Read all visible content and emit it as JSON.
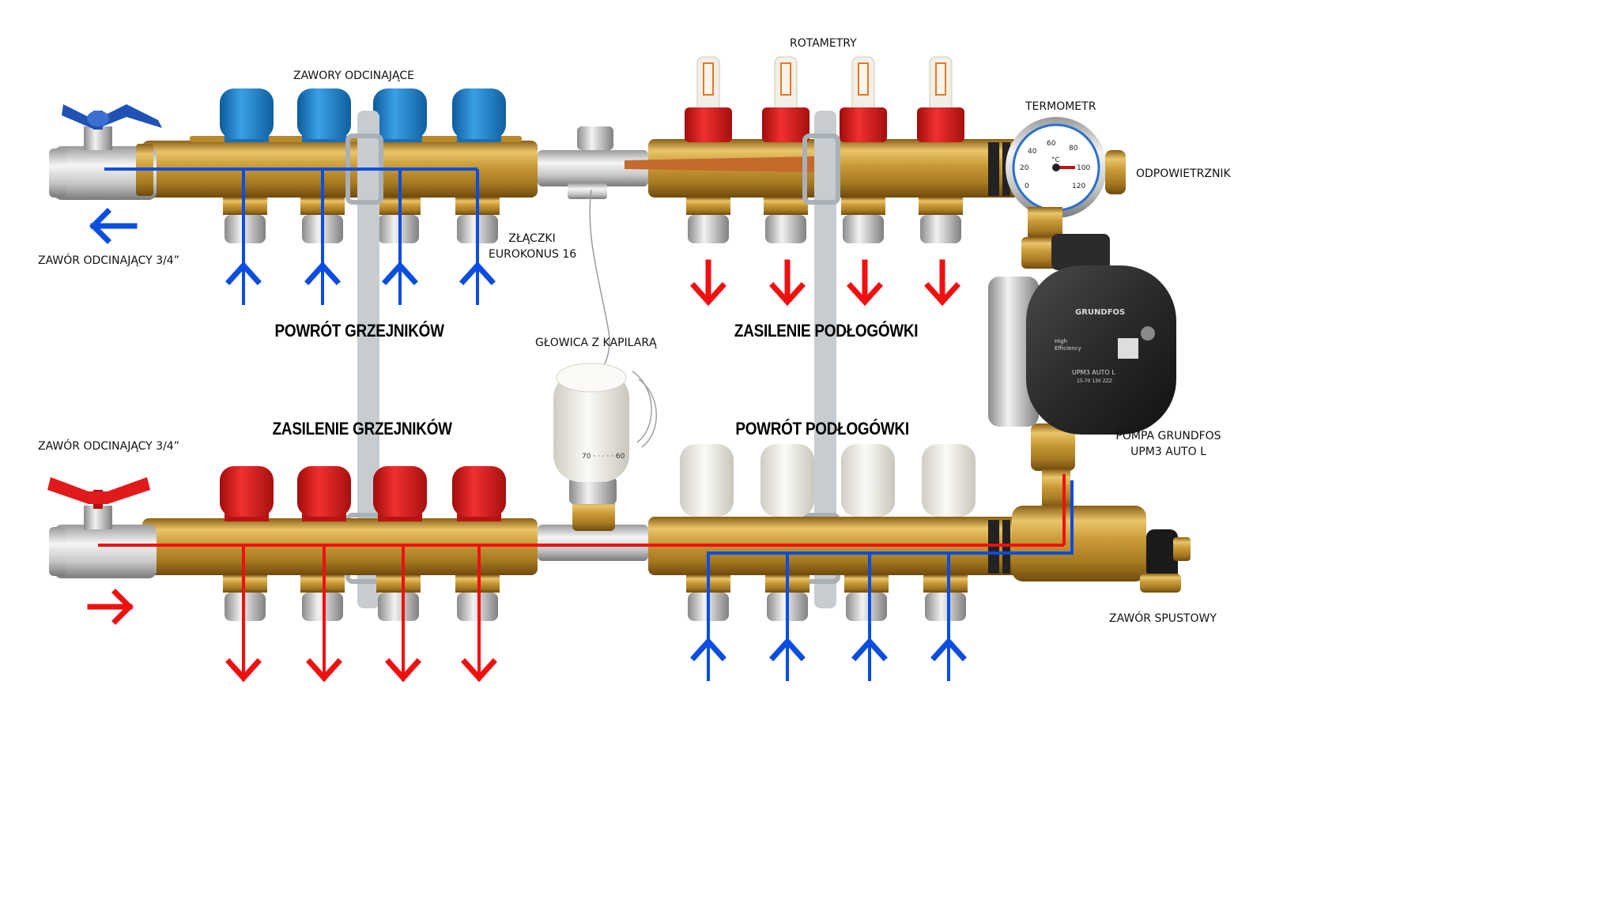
{
  "labels": {
    "zawory_odcinajace": "ZAWORY ODCINAJĄCE",
    "rotametry": "ROTAMETRY",
    "termometr": "TERMOMETR",
    "odpowietrznik": "ODPOWIETRZNIK",
    "zawor_odcinajacy_top": "ZAWÓR ODCINAJĄCY 3/4”",
    "zawor_odcinajacy_bottom": "ZAWÓR ODCINAJĄCY 3/4”",
    "zlaczki_line1": "ZŁĄCZKI",
    "zlaczki_line2": "EUROKONUS 16",
    "glowica": "GŁOWICA Z KAPILARĄ",
    "pompa_line1": "POMPA GRUNDFOS",
    "pompa_line2": "UPM3 AUTO L",
    "zawor_spustowy": "ZAWÓR SPUSTOWY"
  },
  "headings": {
    "powrot_grzejnikow": "POWRÓT GRZEJNIKÓW",
    "zasilenie_podlogowki": "ZASILENIE PODŁOGÓWKI",
    "zasilenie_grzejnikow": "ZASILENIE GRZEJNIKÓW",
    "powrot_podlogowki": "POWRÓT PODŁOGÓWKI"
  },
  "device_text": {
    "pump_brand": "GRUNDFOS",
    "pump_efficiency_1": "High",
    "pump_efficiency_2": "Efficiency",
    "pump_model": "UPM3 AUTO L",
    "pump_spec": "15-70 130 ZZZ",
    "gauge_unit": "°C",
    "gauge_ticks": [
      "0",
      "20",
      "40",
      "60",
      "80",
      "100",
      "120"
    ],
    "thermostat_scale": "70 · · · · · 60"
  },
  "colors": {
    "cold_flow": "#0a4de0",
    "hot_flow": "#f01010",
    "brass": "#c9a042",
    "blue_cap": "#1f82c8",
    "red_cap": "#e01a1a",
    "white_cap": "#efeee8"
  }
}
